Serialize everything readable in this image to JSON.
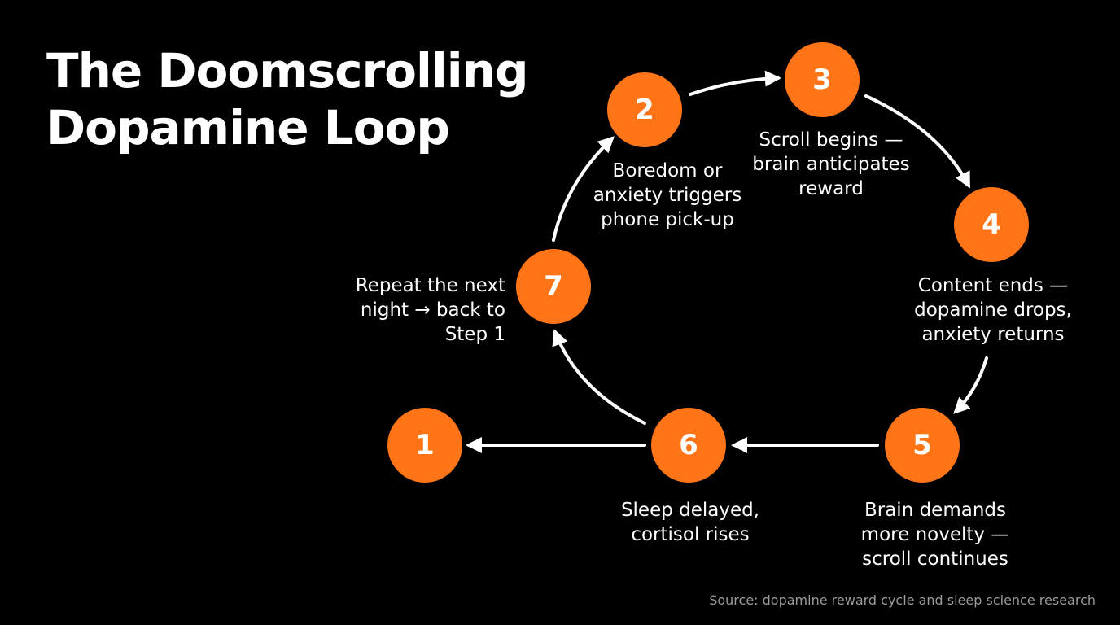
{
  "title": {
    "line1": "The Doomscrolling",
    "line2": "Dopamine Loop"
  },
  "colors": {
    "background": "#000000",
    "node_fill": "#ff7417",
    "text": "#ffffff",
    "arrow": "#ffffff",
    "source_text": "#9a9a9a"
  },
  "nodes": [
    {
      "number": "1"
    },
    {
      "number": "2",
      "label": [
        "Boredom or",
        "anxiety triggers",
        "phone pick-up"
      ]
    },
    {
      "number": "3",
      "label": [
        "Scroll begins —",
        "brain anticipates",
        "reward"
      ]
    },
    {
      "number": "4",
      "label": [
        "Content ends —",
        "dopamine drops,",
        "anxiety returns"
      ]
    },
    {
      "number": "5",
      "label": [
        "Brain demands",
        "more novelty —",
        "scroll continues"
      ]
    },
    {
      "number": "6",
      "label": [
        "Sleep delayed,",
        "cortisol rises"
      ]
    },
    {
      "number": "7",
      "label": [
        "Repeat the next",
        "night → back to",
        "Step 1"
      ]
    }
  ],
  "source": "Source: dopamine reward cycle and sleep science research"
}
